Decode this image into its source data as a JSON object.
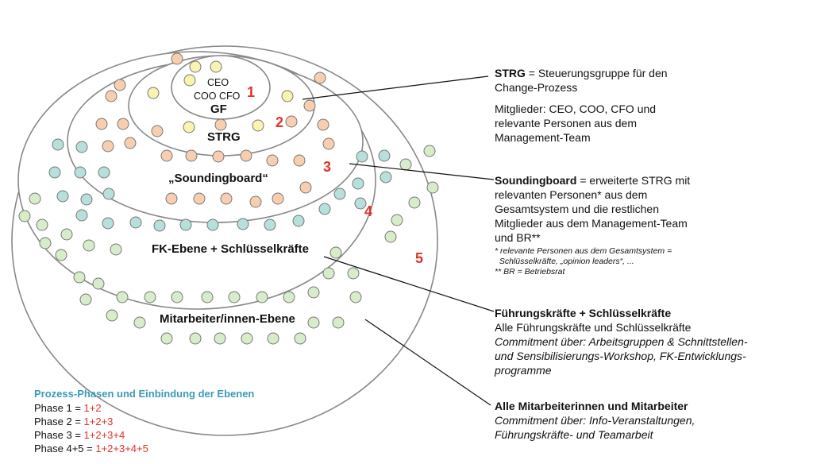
{
  "levels": {
    "gf": {
      "ceo": "CEO",
      "coo_cfo": "COO CFO",
      "label": "GF",
      "number": "1"
    },
    "strg": {
      "label": "STRG",
      "number": "2"
    },
    "soundingboard": {
      "label": "„Soundingboard“",
      "number": "3"
    },
    "fk": {
      "label": "FK-Ebene + Schlüsselkräfte",
      "number": "4"
    },
    "ma": {
      "label": "Mitarbeiter/innen-Ebene",
      "number": "5"
    }
  },
  "descriptions": {
    "strg": {
      "term": "STRG",
      "line1_rest": " = Steuerungsgruppe für den",
      "line2": "Change-Prozess",
      "members": [
        "Mitglieder: CEO, COO, CFO und",
        "relevante Personen aus dem",
        "Management-Team"
      ]
    },
    "soundingboard": {
      "term": "Soundingboard",
      "line1_rest": " = erweiterte STRG mit",
      "lines": [
        "relevanten Personen* aus dem",
        "Gesamtsystem und die restlichen",
        "Mitglieder aus dem Management-Team",
        "und BR**"
      ],
      "notes": [
        "* relevante Personen aus dem Gesamtsystem =",
        "  Schlüsselkräfte, „opinion leaders“, ...",
        "** BR = Betriebsrat"
      ]
    },
    "fk": {
      "title": "Führungskräfte + Schlüsselkräfte",
      "line": "Alle Führungskräfte und Schlüsselkräfte",
      "commitment": [
        "Commitment über: Arbeitsgruppen & Schnittstellen-",
        "und Sensibilisierungs-Workshop, FK-Entwicklungs-",
        "programme"
      ]
    },
    "ma": {
      "title": "Alle Mitarbeiterinnen und Mitarbeiter",
      "commitment": [
        "Commitment über: Info-Veranstaltungen,",
        "Führungskräfte- und Teamarbeit"
      ]
    }
  },
  "phases": {
    "title": "Prozess-Phasen und Einbindung der Ebenen",
    "rows": [
      {
        "label": "Phase 1 = ",
        "value": "1+2"
      },
      {
        "label": "Phase 2 = ",
        "value": "1+2+3"
      },
      {
        "label": "Phase 3 = ",
        "value": "1+2+3+4"
      },
      {
        "label": "Phase 4+5 = ",
        "value": "1+2+3+4+5"
      }
    ]
  },
  "colors": {
    "number_red": "#e0322a",
    "phase_title_blue": "#3b9bb5",
    "dot_yellow": "#fbf3b0",
    "dot_orange": "#f7cfb0",
    "dot_teal": "#b7dfdc",
    "dot_green": "#d7ecc8"
  }
}
